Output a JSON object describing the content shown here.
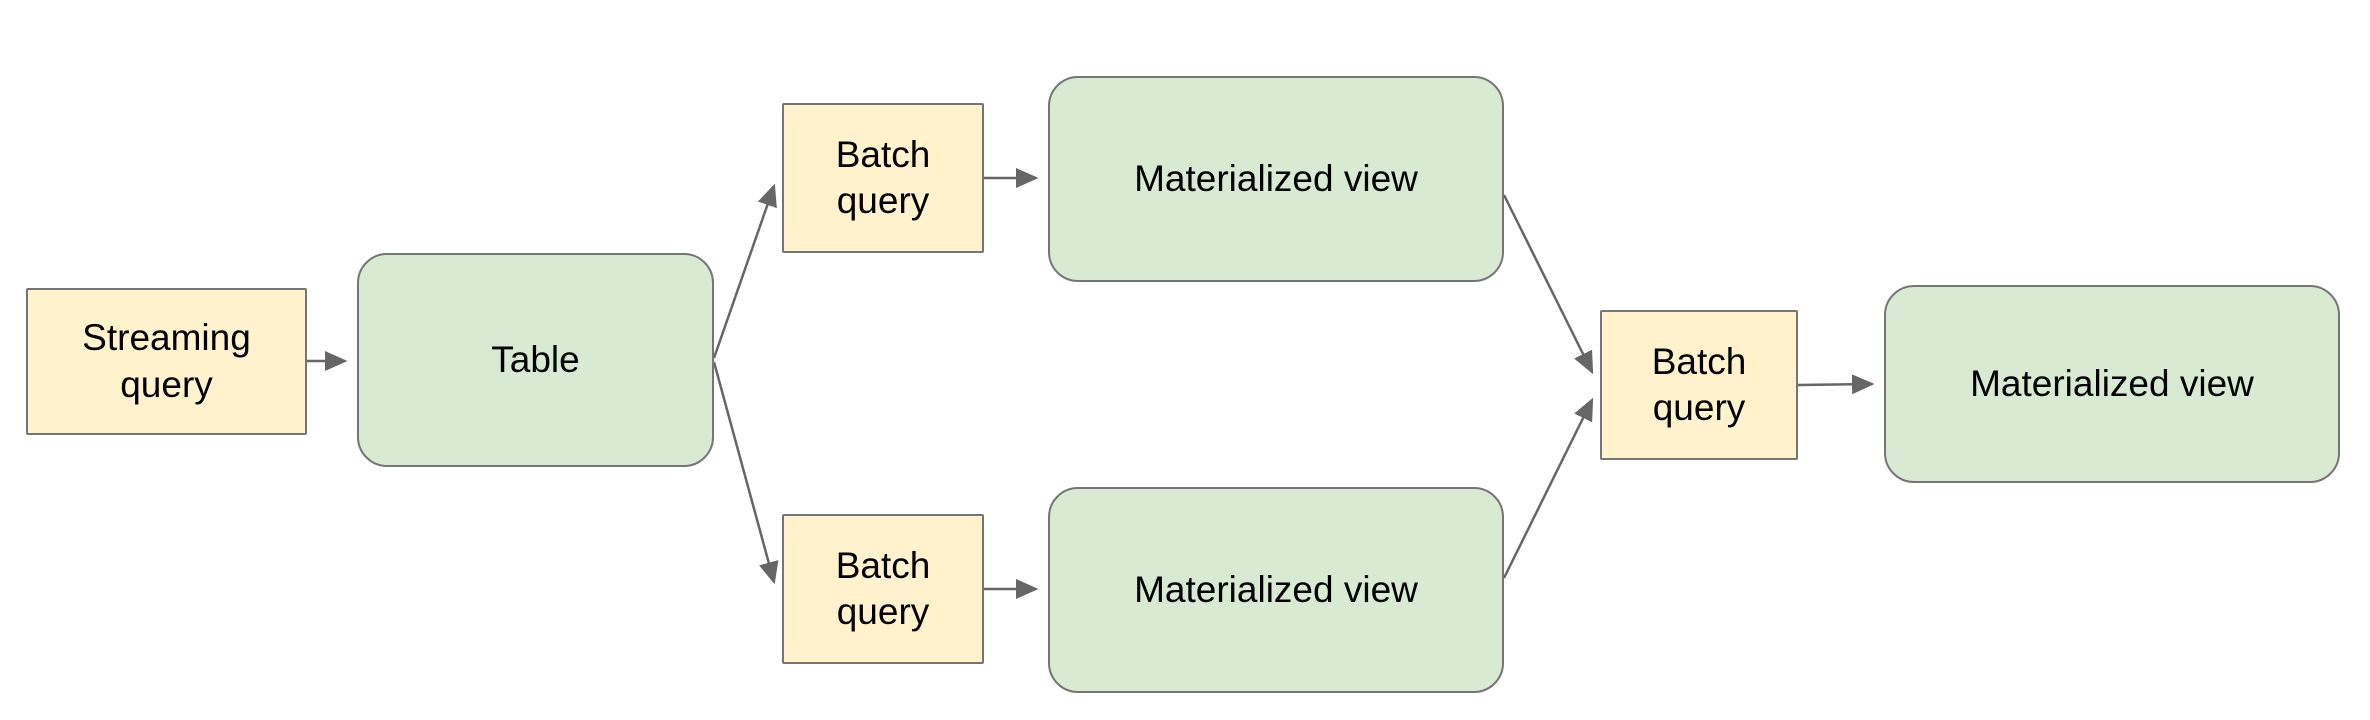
{
  "diagram": {
    "description": "Streaming to materialized view pipeline flowchart",
    "nodes": [
      {
        "id": "streaming-query",
        "label": "Streaming query",
        "type": "query"
      },
      {
        "id": "table",
        "label": "Table",
        "type": "data"
      },
      {
        "id": "batch-query-top",
        "label": "Batch query",
        "type": "query"
      },
      {
        "id": "materialized-view-top",
        "label": "Materialized view",
        "type": "data"
      },
      {
        "id": "batch-query-bottom",
        "label": "Batch query",
        "type": "query"
      },
      {
        "id": "materialized-view-bottom",
        "label": "Materialized view",
        "type": "data"
      },
      {
        "id": "batch-query-final",
        "label": "Batch query",
        "type": "query"
      },
      {
        "id": "materialized-view-final",
        "label": "Materialized view",
        "type": "data"
      }
    ],
    "edges": [
      {
        "from": "streaming-query",
        "to": "table"
      },
      {
        "from": "table",
        "to": "batch-query-top"
      },
      {
        "from": "table",
        "to": "batch-query-bottom"
      },
      {
        "from": "batch-query-top",
        "to": "materialized-view-top"
      },
      {
        "from": "batch-query-bottom",
        "to": "materialized-view-bottom"
      },
      {
        "from": "materialized-view-top",
        "to": "batch-query-final"
      },
      {
        "from": "materialized-view-bottom",
        "to": "batch-query-final"
      },
      {
        "from": "batch-query-final",
        "to": "materialized-view-final"
      }
    ],
    "colors": {
      "query_fill": "#fff2cc",
      "data_fill": "#d9ead3",
      "node_border": "#757575",
      "arrow": "#666666",
      "background": "#ffffff",
      "text": "#000000"
    }
  }
}
